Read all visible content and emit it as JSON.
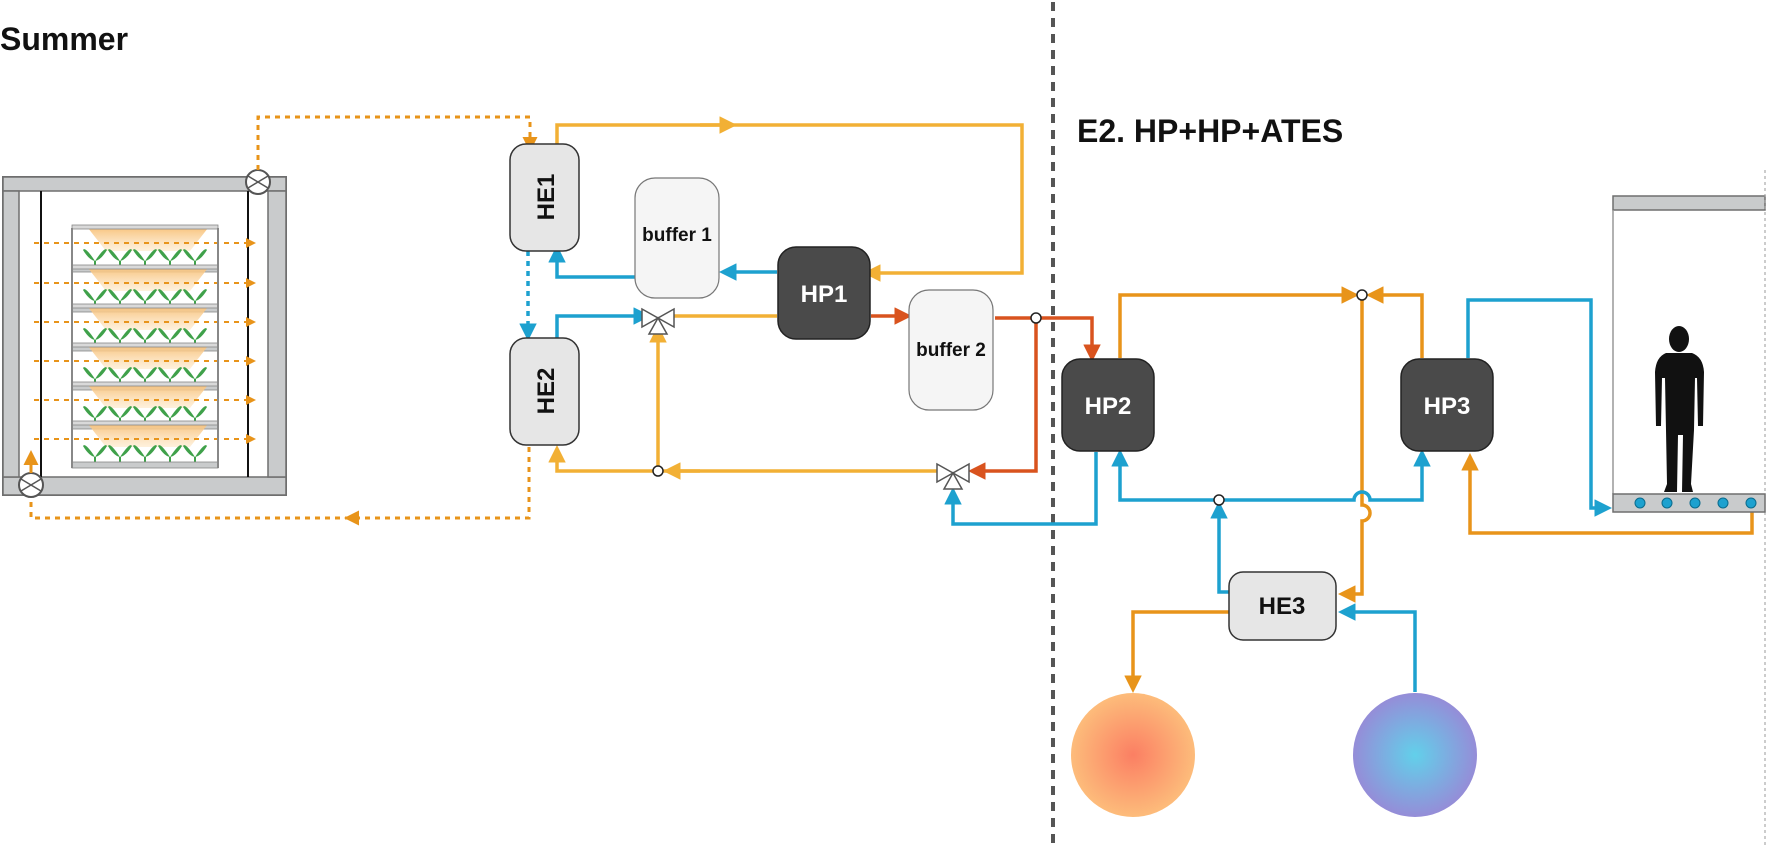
{
  "titles": {
    "season": "Summer",
    "scenario": "E2. HP+HP+ATES"
  },
  "components": {
    "he1": "HE1",
    "he2": "HE2",
    "he3": "HE3",
    "hp1": "HP1",
    "hp2": "HP2",
    "hp3": "HP3",
    "buffer1": "buffer 1",
    "buffer2": "buffer 2"
  },
  "colors": {
    "warm_line": "#f2b035",
    "warm_line_dark": "#e8941a",
    "hot_line": "#d9531e",
    "cold_line": "#1da1cf",
    "hp_fill": "#4a4a4a",
    "he_fill": "#e6e6e6",
    "buffer_fill": "#f5f5f5",
    "divider": "#555555",
    "warm_well": "#f7a25f",
    "cold_well": "#6fb3e0"
  },
  "icons": {
    "farm": "vertical-farm-rack-icon",
    "person": "person-silhouette-icon",
    "valve": "three-way-valve-icon",
    "fan": "fan-icon",
    "warm_well": "warm-aquifer-well-icon",
    "cold_well": "cold-aquifer-well-icon"
  }
}
